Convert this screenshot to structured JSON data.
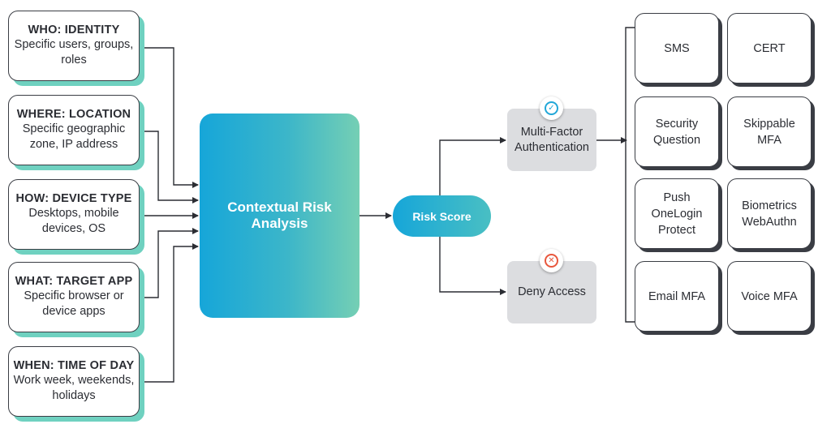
{
  "contexts": [
    {
      "title": "WHO: IDENTITY",
      "desc": "Specific users, groups, roles"
    },
    {
      "title": "WHERE: LOCATION",
      "desc": "Specific geographic zone, IP address"
    },
    {
      "title": "HOW: DEVICE TYPE",
      "desc": "Desktops, mobile devices, OS"
    },
    {
      "title": "WHAT: TARGET APP",
      "desc": "Specific browser or device apps"
    },
    {
      "title": "WHEN: TIME OF DAY",
      "desc": "Work week, weekends, holidays"
    }
  ],
  "central": {
    "label": "Contextual Risk Analysis"
  },
  "risk": {
    "label": "Risk Score"
  },
  "outcomes": {
    "allow": {
      "label": "Multi-Factor Authentication",
      "icon": "check-circle-icon",
      "color": "#21a7d8"
    },
    "deny": {
      "label": "Deny Access",
      "icon": "x-circle-icon",
      "color": "#e8573d"
    }
  },
  "methods": [
    {
      "label": "SMS"
    },
    {
      "label": "CERT"
    },
    {
      "label": "Security Question"
    },
    {
      "label": "Skippable MFA"
    },
    {
      "label": "Push OneLogin Protect"
    },
    {
      "label": "Biometrics WebAuthn"
    },
    {
      "label": "Email MFA"
    },
    {
      "label": "Voice MFA"
    }
  ],
  "colors": {
    "accent_teal": "#6fd1c0",
    "gradient_start": "#16a6d9",
    "gradient_end": "#75cfb4",
    "outcome_bg": "#dcdde0"
  }
}
